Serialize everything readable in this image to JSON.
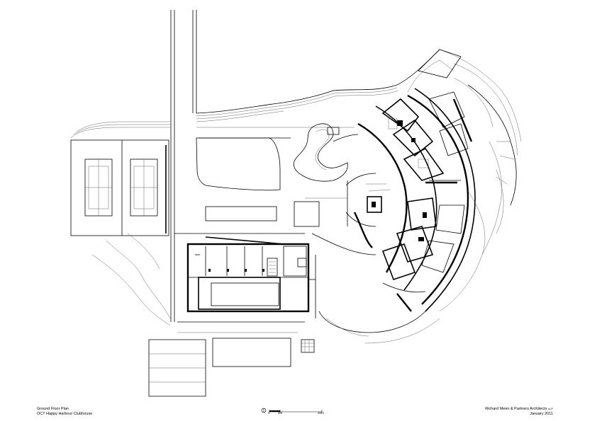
{
  "title_block": {
    "line1": "Ground Floor Plan",
    "line2": "OCT Happy Harbour Clubhouse"
  },
  "credit_block": {
    "firm": "Richard Meier & Partners Architects",
    "firm_suffix": "LLP",
    "date": "January 2011"
  },
  "scale_bar": {
    "zero": "0",
    "mid": "4m",
    "end": "20m"
  },
  "icons": {
    "north_arrow": "north-arrow-icon"
  }
}
